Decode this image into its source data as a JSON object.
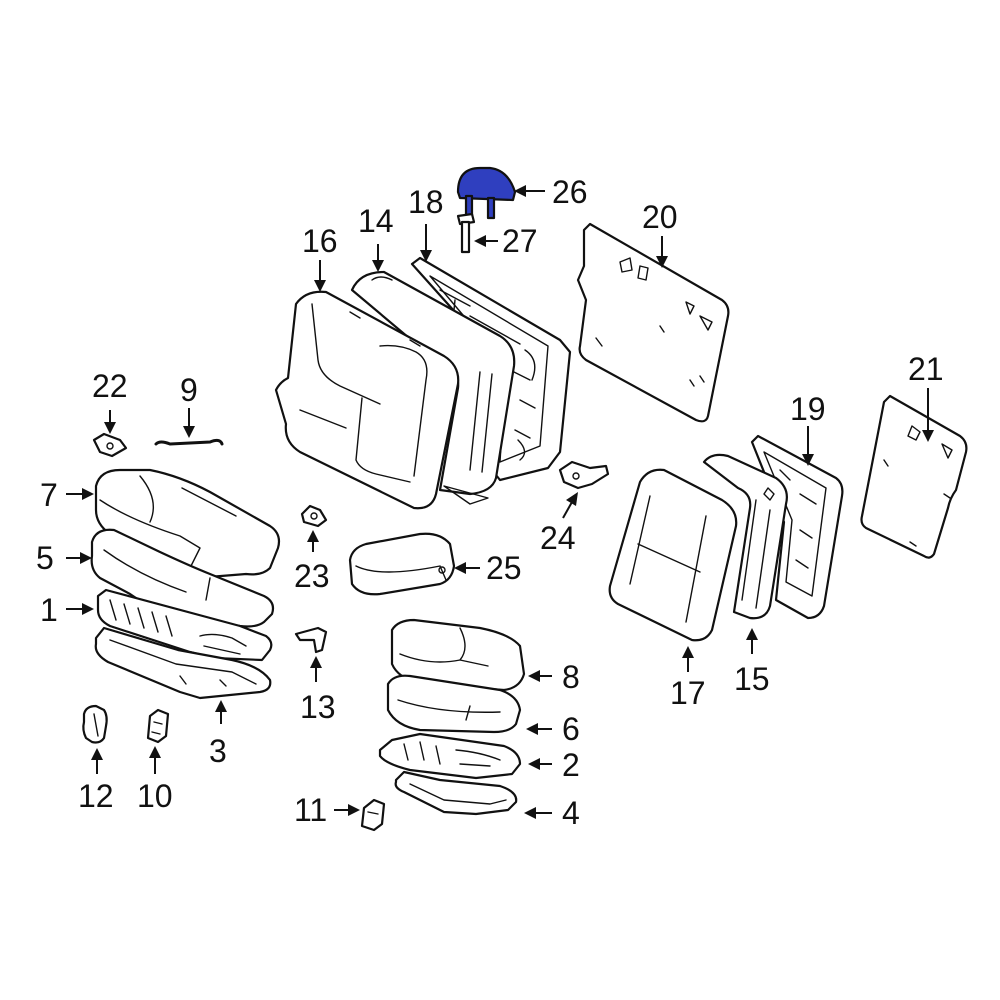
{
  "diagram": {
    "highlighted_part": "26",
    "highlight_color": "#2f3fbf",
    "callouts": [
      {
        "id": "c1",
        "label": "1"
      },
      {
        "id": "c2",
        "label": "2"
      },
      {
        "id": "c3",
        "label": "3"
      },
      {
        "id": "c4",
        "label": "4"
      },
      {
        "id": "c5",
        "label": "5"
      },
      {
        "id": "c6",
        "label": "6"
      },
      {
        "id": "c7",
        "label": "7"
      },
      {
        "id": "c8",
        "label": "8"
      },
      {
        "id": "c9",
        "label": "9"
      },
      {
        "id": "c10",
        "label": "10"
      },
      {
        "id": "c11",
        "label": "11"
      },
      {
        "id": "c12",
        "label": "12"
      },
      {
        "id": "c13",
        "label": "13"
      },
      {
        "id": "c14",
        "label": "14"
      },
      {
        "id": "c15",
        "label": "15"
      },
      {
        "id": "c16",
        "label": "16"
      },
      {
        "id": "c17",
        "label": "17"
      },
      {
        "id": "c18",
        "label": "18"
      },
      {
        "id": "c19",
        "label": "19"
      },
      {
        "id": "c20",
        "label": "20"
      },
      {
        "id": "c21",
        "label": "21"
      },
      {
        "id": "c22",
        "label": "22"
      },
      {
        "id": "c23",
        "label": "23"
      },
      {
        "id": "c24",
        "label": "24"
      },
      {
        "id": "c25",
        "label": "25"
      },
      {
        "id": "c26",
        "label": "26"
      },
      {
        "id": "c27",
        "label": "27"
      }
    ]
  }
}
